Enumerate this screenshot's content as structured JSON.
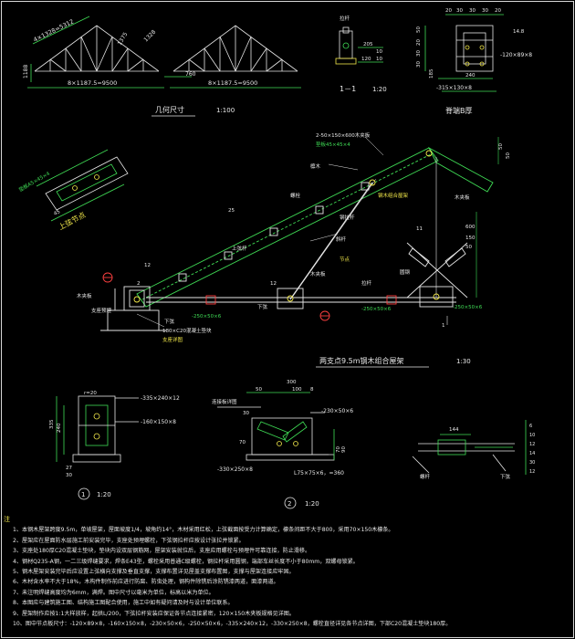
{
  "geometry": {
    "dim_top": "4×1328=5312",
    "dim_inner_1": "1375",
    "dim_inner_2": "1328",
    "dim_height": "1188",
    "dim_bottom_left": "8×1187.5=9500",
    "dim_bottom_right": "8×1187.5=9500",
    "dim_760": "760",
    "title": "几何尺寸",
    "scale": "1:100"
  },
  "section11": {
    "label_top": "拉杆",
    "d1": "205",
    "d2": "10",
    "d3": "120",
    "d4": "10",
    "title": "1－1",
    "scale": "1:20"
  },
  "ridge": {
    "d_top": [
      "20",
      "30",
      "30",
      "30",
      "20"
    ],
    "d_left": [
      "50",
      "20",
      "30",
      "30"
    ],
    "d_240": "240",
    "d_1": "14.8",
    "plate1": "-120×89×8",
    "plate2": "-315×130×8",
    "d_185": "185",
    "title": "脊端B厚"
  },
  "truss": {
    "top_note1": "2-50×150×600木夹板",
    "top_note2": "垫板45×45×4",
    "label_wood": "檩木",
    "label_steel": "钢拉杆",
    "label_d": "斜杆",
    "label_mid": "节点",
    "label_upper": "上弦杆",
    "label_bolt": "螺栓",
    "label_sub": "木夹板",
    "label_trim": "下弦",
    "label_plate": "-250×50×6",
    "label_plate2": "-250×50×6",
    "label_plate3": "-250×50×6",
    "label_chord": "下弦",
    "label_180": "180×C20混凝土垫块",
    "label_ctr": "木夹板",
    "label_anchor": "支座预埋",
    "label_support": "支座详图",
    "d_12": "12",
    "d_25": "25",
    "d_600": "600",
    "d_150": "150",
    "d_50": "50",
    "d_11": "11",
    "d_50a": "50",
    "d_50b": "50",
    "label_top_r": "木夹板",
    "label_r2": "钢木组合屋架",
    "label_a545": "垫板A5×45×4",
    "label_cbt": "拉杆",
    "label_m": "圆钢",
    "detail_label": "上弦节点",
    "d_45": "45",
    "d_2": "2",
    "d_12b": "12",
    "d_1b": "1",
    "title": "两支点9.5m钢木组合屋架",
    "scale": "1:30"
  },
  "detail1": {
    "d_r": "r=20",
    "plate_a": "-335×240×12",
    "plate_b": "-160×150×8",
    "d_335": "335",
    "d_240": "240",
    "d_27": "27",
    "d_30": "30",
    "title_num": "1",
    "scale": "1:20"
  },
  "detail2": {
    "d_300": "300",
    "d_50": "50",
    "d_30": "30",
    "d_70": "70",
    "d_100": "100",
    "d_8": "8",
    "label_plate": "-230×50×6",
    "label_botplate": "-330×250×8",
    "label_angle": "L75×75×6，=360",
    "label_conn": "连接板详图",
    "d_70a": "70",
    "d_90": "90",
    "title_num": "2",
    "scale": "1:20"
  },
  "detail3": {
    "d_144": "144",
    "label_left": "螺杆",
    "label_right": "下弦",
    "d_vals": [
      "6",
      "10",
      "12",
      "14",
      "30",
      "12"
    ]
  },
  "notes": {
    "heading": "注",
    "lines": [
      "1、本钢木屋架跨度9.5m，单坡屋架，屋面坡度1/4，坡角约14°，木材采用红松，上弦截面按受力计算确定，檩条间距不大于800，采用70×150木檩条。",
      "2、屋架应在屋面防水层施工前安装完毕，支座处预埋螺栓，下弦钢拉杆应按设计张拉并锁紧。",
      "3、支座处180厚C20混凝土垫块，垫块内设双层钢筋网，屋架安装就位后，支座应用螺栓与预埋件可靠连接，防止滑移。",
      "4、钢材Q235-A钢，一二三级焊缝要求，焊条E43型，螺栓采用普通C级螺栓，钢拉杆采用圆钢，端部车丝长度不小于80mm，双螺母锁紧。",
      "5、钢木屋架安装完毕后应设置上弦横向支撑及垂直支撑，支撑布置详见屋盖支撑布置图，支撑与屋架连接应牢固。",
      "6、木材含水率不大于18%，木构件制作前应进行防腐、防虫处理，钢构件除锈后涂防锈漆两道，面漆两道。",
      "7、未注明焊缝高度均为6mm，满焊。图中尺寸以毫米为单位，标高以米为单位。",
      "8、本图应与建筑施工图、结构施工图配合使用，施工中如有疑问请及时与设计单位联系。",
      "9、屋架制作应按1:1大样放样，起拱L/200，下弦拉杆安装应保证各节点连接紧密，120×150木夹板规格见详图。",
      "10、图中节点板尺寸：-120×89×8，-160×150×8，-230×50×6，-250×50×6，-335×240×12，-330×250×8，螺栓直径详见各节点详图，下部C20混凝土垫块180厚。"
    ]
  }
}
